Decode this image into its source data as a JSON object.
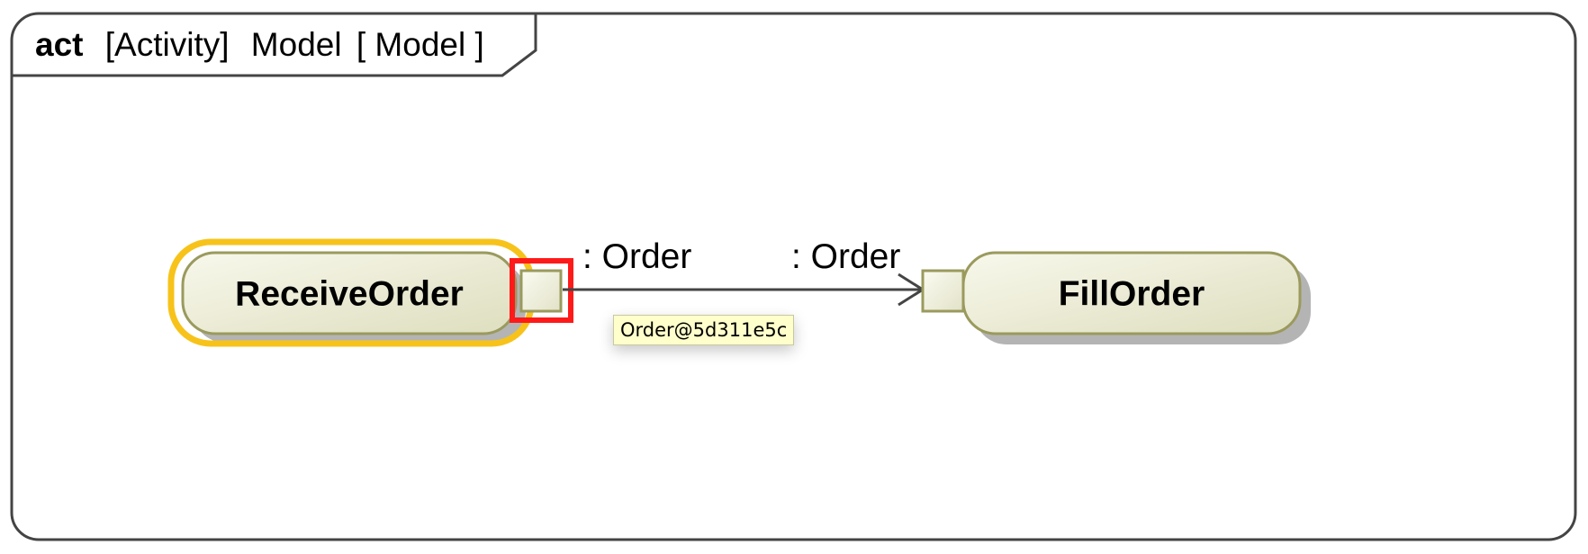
{
  "frame": {
    "keyword": "act",
    "kind": "[Activity]",
    "name": "Model",
    "qualifier": "[ Model ]"
  },
  "actions": [
    {
      "name": "ReceiveOrder",
      "state": "selected"
    },
    {
      "name": "FillOrder",
      "state": "normal"
    }
  ],
  "pins": {
    "output": {
      "label": ": Order",
      "state": "highlighted"
    },
    "input": {
      "label": ": Order"
    }
  },
  "tooltip": {
    "text": "Order@5d311e5c"
  },
  "colors": {
    "frame_border": "#444444",
    "action_border": "#9a9a5e",
    "action_fill_light": "#f8f8ec",
    "action_fill_dark": "#dedebf",
    "shadow": "#b4b4b4",
    "selection": "#f7c31b",
    "highlight": "#ff1a1a",
    "flow": "#444444",
    "tooltip_bg": "#ffffcc"
  }
}
